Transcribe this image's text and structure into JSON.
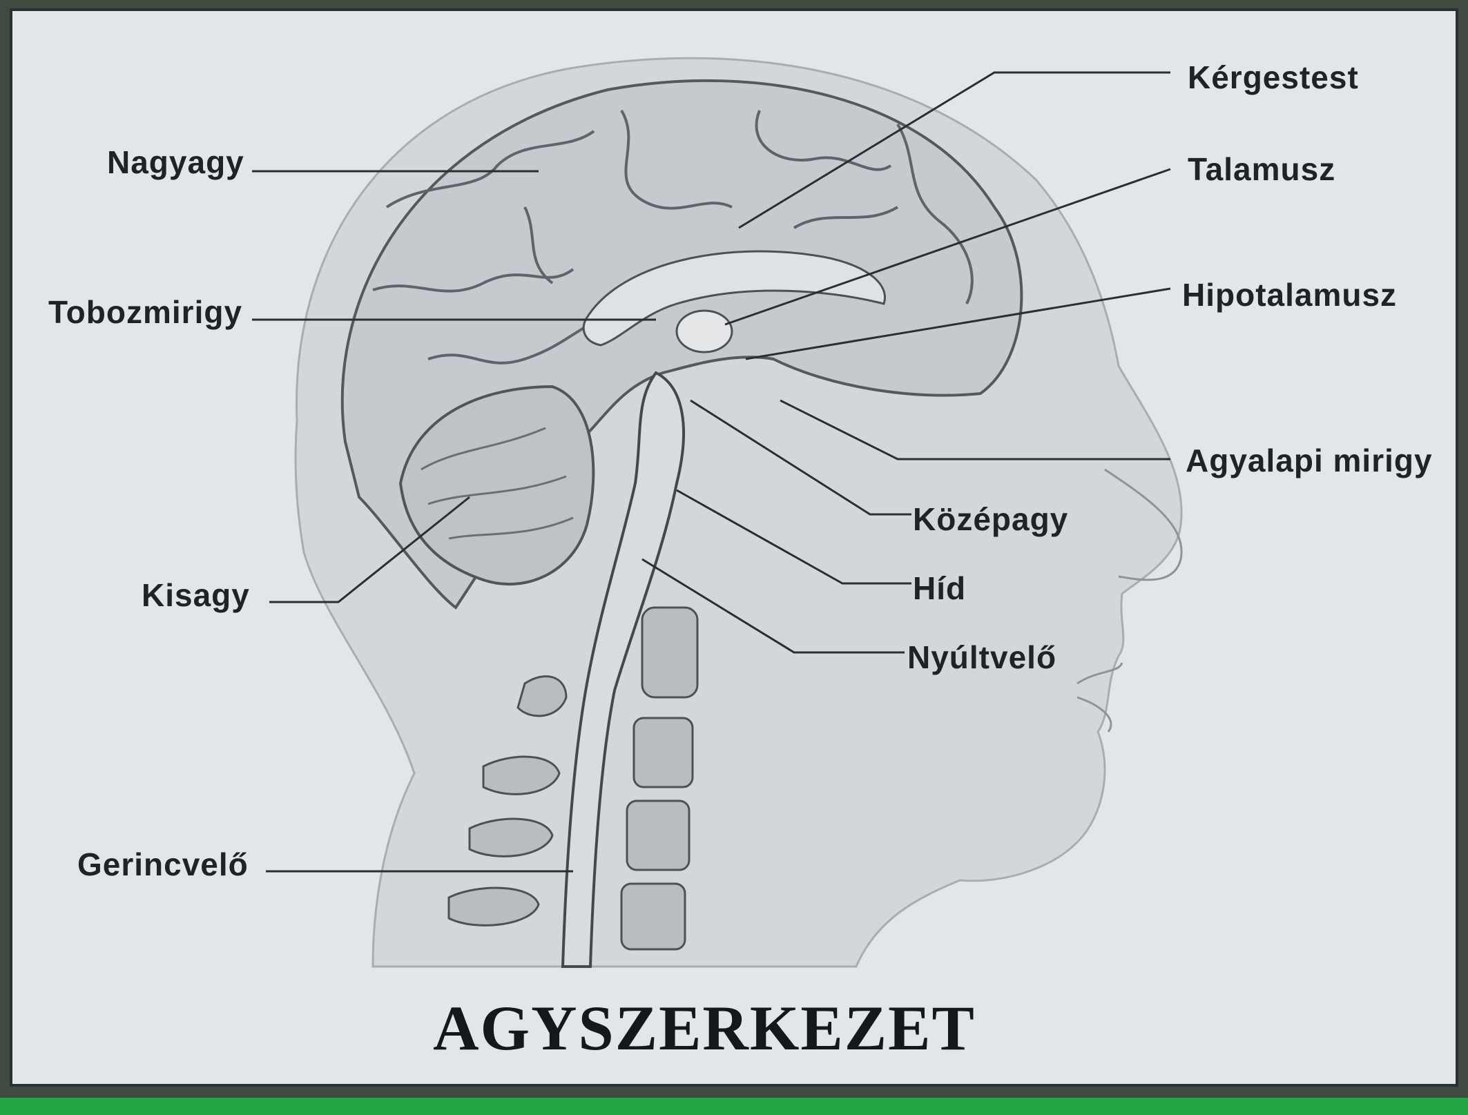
{
  "title": "AGYSZERKEZET",
  "labels": {
    "nagyagy": "Nagyagy",
    "tobozmirigy": "Tobozmirigy",
    "kisagy": "Kisagy",
    "gerincvelo": "Gerincvelő",
    "kergestest": "Kérgestest",
    "talamusz": "Talamusz",
    "hipotalamusz": "Hipotalamusz",
    "agyalapi_mirigy": "Agyalapi mirigy",
    "kozepagy": "Középagy",
    "hid": "Híd",
    "nyultvelo": "Nyúltvelő"
  },
  "colors": {
    "background": "#e3e6e8",
    "frame": "#2c2f33",
    "accent_bar": "#21a845",
    "line": "#2a2d31"
  }
}
